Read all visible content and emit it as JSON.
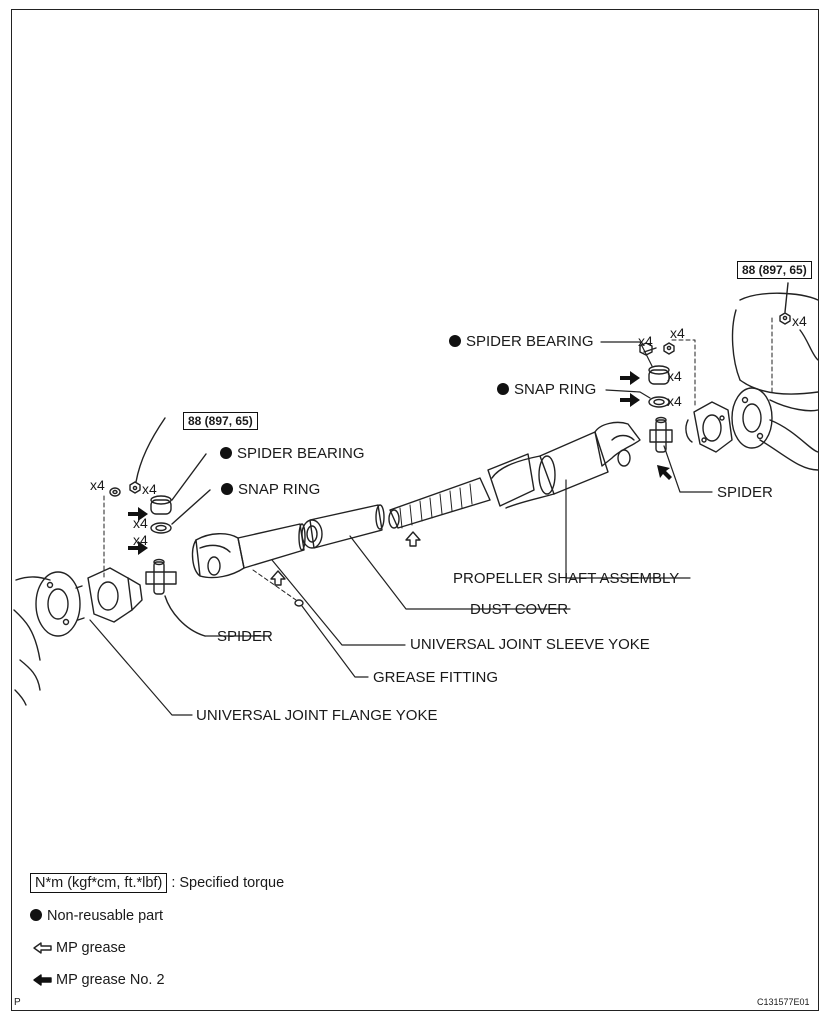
{
  "labels": {
    "spider_bearing_right": "SPIDER BEARING",
    "snap_ring_right": "SNAP RING",
    "spider_right": "SPIDER",
    "spider_bearing_left": "SPIDER BEARING",
    "snap_ring_left": "SNAP RING",
    "spider_left": "SPIDER",
    "propeller_shaft": "PROPELLER SHAFT ASSEMBLY",
    "dust_cover": "DUST COVER",
    "sleeve_yoke": "UNIVERSAL JOINT SLEEVE YOKE",
    "grease_fitting": "GREASE FITTING",
    "flange_yoke": "UNIVERSAL JOINT FLANGE YOKE"
  },
  "torque": {
    "right": "88 (897, 65)",
    "left": "88 (897, 65)"
  },
  "quantities": {
    "q1": "x4",
    "q2": "x4",
    "q3": "x4",
    "q4": "x4",
    "q5": "x4",
    "q6": "x4",
    "q7": "x4",
    "q8": "x4",
    "q9": "x4"
  },
  "legend": {
    "torque_box": "N*m (kgf*cm, ft.*lbf)",
    "torque_desc": ": Specified torque",
    "non_reusable": "Non-reusable part",
    "mp_grease": "MP grease",
    "mp_grease_no2": "MP grease No. 2"
  },
  "corner": {
    "left": "P",
    "right": "C131577E01"
  }
}
